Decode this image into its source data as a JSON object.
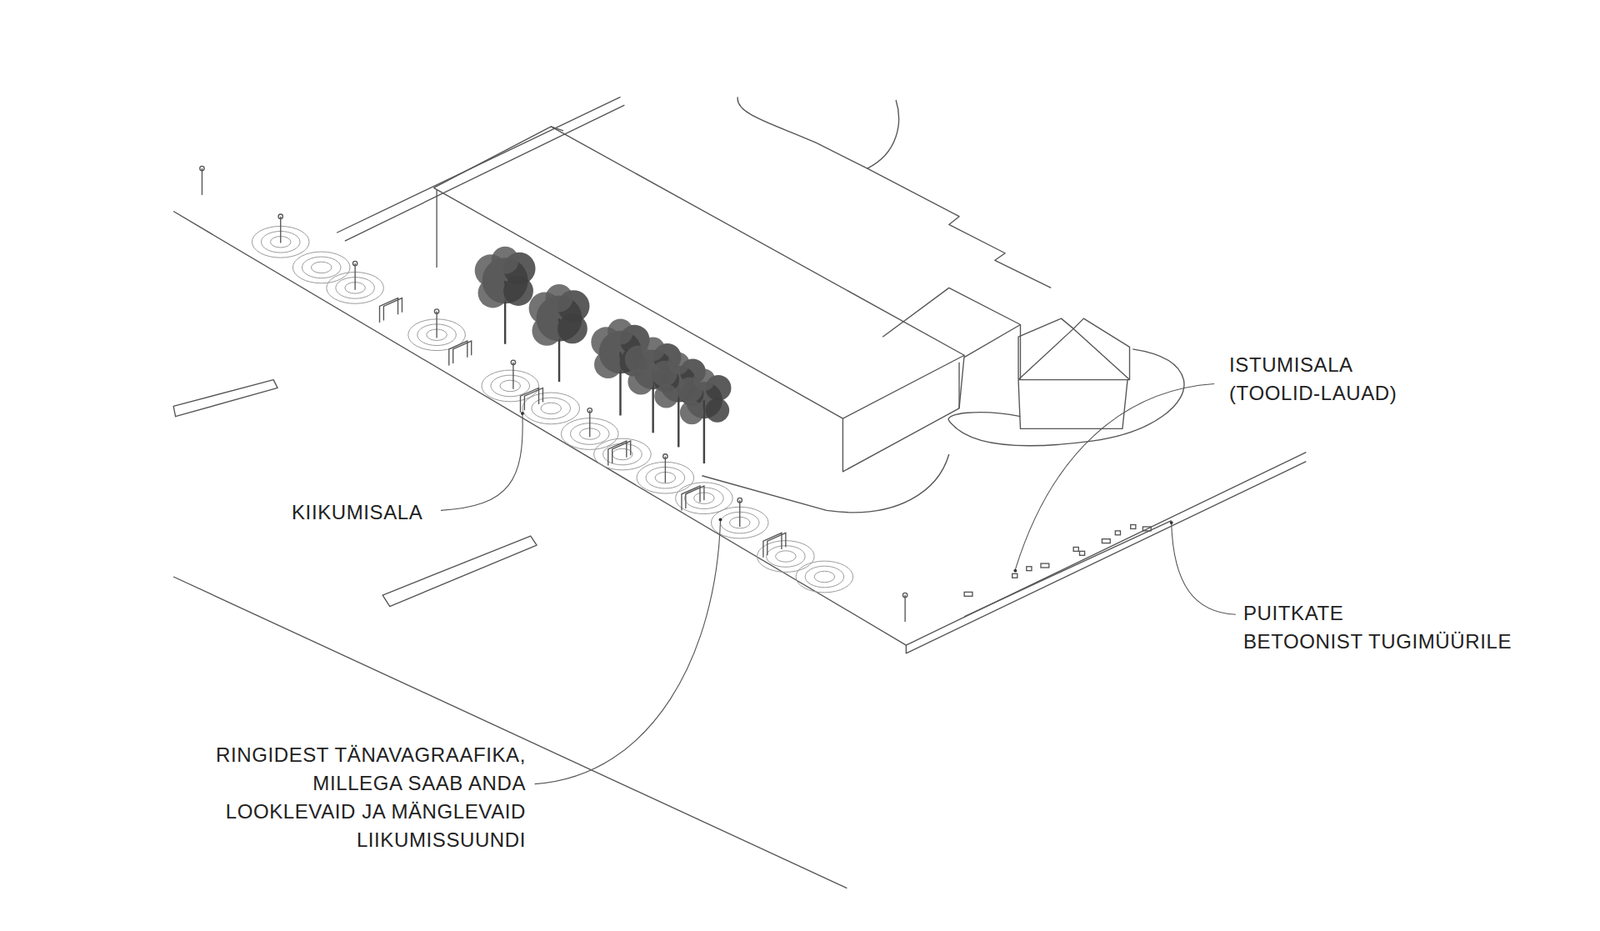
{
  "diagram": {
    "labels": [
      "ISTUMISALA (TOOLID-LAUAD)",
      "KIIKUMISALA",
      "PUITKATE BETOONIST TUGIMÜÜRILE",
      "RINGIDEST TÄNAVAGRAAFIKA, MILLEGA SAAB ANDA LOOKLEVAID JA MÄNGLEVAID LIIKUMISSUUNDI"
    ]
  }
}
